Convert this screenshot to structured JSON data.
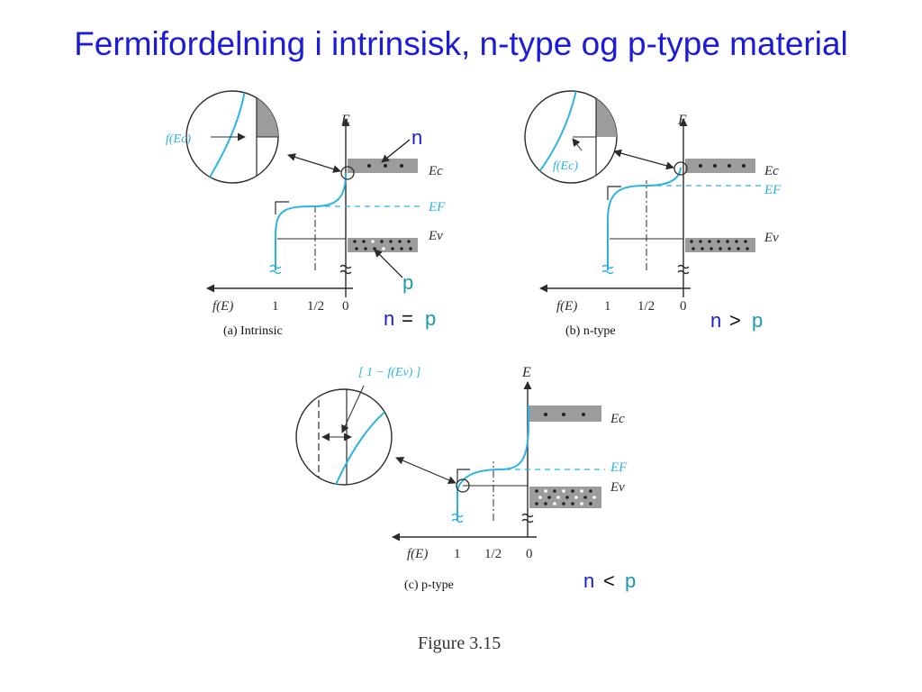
{
  "title": "Fermifordelning i intrinsisk, n-type og p-type material",
  "colors": {
    "title": "#1c1cd8",
    "n_label": "#1c1cd8",
    "p_label": "#1a9ba8",
    "curve": "#2cb2e3",
    "fermi_line": "#2cb2e3",
    "band_fill": "#9c9c9c",
    "axis": "#2b2b2b"
  },
  "axis_labels": {
    "energy": "E",
    "f_of_e": "f(E)",
    "tick_one": "1",
    "tick_half": "1/2",
    "tick_zero": "0",
    "conduction_band": "Ec",
    "valence_band": "Ev",
    "fermi_level": "EF"
  },
  "panels": [
    {
      "id": "intrinsic",
      "caption": "(a) Intrinsic",
      "zoom_label": "f(Ec)",
      "relation": {
        "left": "n",
        "symbol": "=",
        "right": "p"
      },
      "callout_n": "n",
      "callout_p": "p"
    },
    {
      "id": "n-type",
      "caption": "(b) n-type",
      "zoom_label": "f(Ec)",
      "relation": {
        "left": "n",
        "symbol": ">",
        "right": "p"
      }
    },
    {
      "id": "p-type",
      "caption": "(c) p-type",
      "zoom_label": "[ 1 − f(Ev) ]",
      "relation": {
        "left": "n",
        "symbol": "<",
        "right": "p"
      }
    }
  ],
  "figure_label": "Figure 3.15"
}
